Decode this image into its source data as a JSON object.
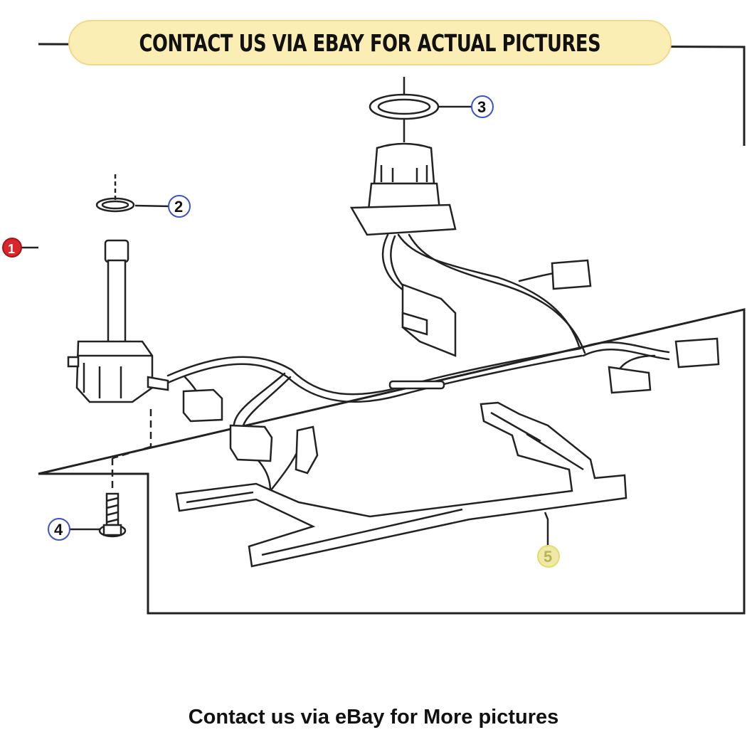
{
  "banner": {
    "text": "CONTACT US VIA EBAY FOR ACTUAL PICTURES",
    "bg_color": "#fbeeb5"
  },
  "footer": {
    "text": "Contact us via eBay for More pictures"
  },
  "callouts": [
    {
      "id": "1",
      "color": "#d9262c",
      "style": "red"
    },
    {
      "id": "2",
      "color": "#3b54c9",
      "style": "blue"
    },
    {
      "id": "3",
      "color": "#3b54c9",
      "style": "blue"
    },
    {
      "id": "4",
      "color": "#3b54c9",
      "style": "blue"
    },
    {
      "id": "5",
      "color": "#e3dc6a",
      "style": "yellow"
    }
  ]
}
